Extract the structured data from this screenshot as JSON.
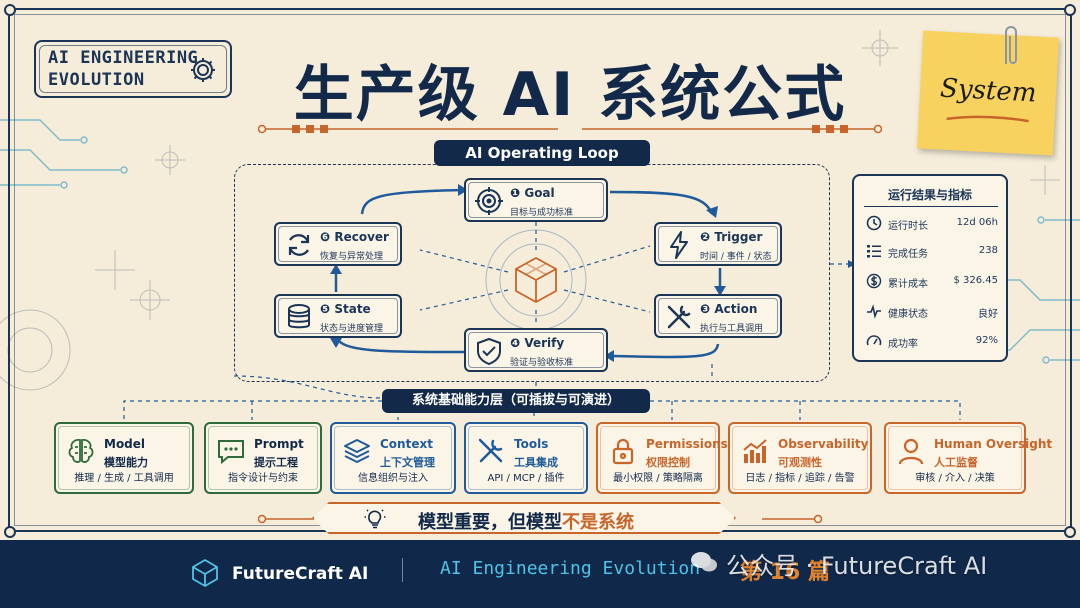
{
  "badge": {
    "line1": "AI ENGINEERING",
    "line2": "EVOLUTION"
  },
  "title": "生产级 AI 系统公式",
  "sticky": {
    "text": "System"
  },
  "loop": {
    "label": "AI Operating Loop",
    "nodes": [
      {
        "id": "goal",
        "title": "❶ Goal",
        "sub": "目标与成功标准",
        "icon": "target-icon"
      },
      {
        "id": "trigger",
        "title": "❷ Trigger",
        "sub": "时间 / 事件 / 状态",
        "icon": "lightning-icon"
      },
      {
        "id": "action",
        "title": "❸ Action",
        "sub": "执行与工具调用",
        "icon": "tools-icon"
      },
      {
        "id": "verify",
        "title": "❹ Verify",
        "sub": "验证与验收标准",
        "icon": "shield-check-icon"
      },
      {
        "id": "state",
        "title": "❺ State",
        "sub": "状态与进度管理",
        "icon": "database-icon"
      },
      {
        "id": "recover",
        "title": "❻ Recover",
        "sub": "恢复与异常处理",
        "icon": "refresh-icon"
      }
    ]
  },
  "stats": {
    "title": "运行结果与指标",
    "rows": [
      {
        "label": "运行时长",
        "value": "12d 06h",
        "icon": "clock-icon"
      },
      {
        "label": "完成任务",
        "value": "238",
        "icon": "list-icon"
      },
      {
        "label": "累计成本",
        "value": "$ 326.45",
        "icon": "dollar-icon"
      },
      {
        "label": "健康状态",
        "value": "良好",
        "icon": "heartbeat-icon"
      },
      {
        "label": "成功率",
        "value": "92%",
        "icon": "gauge-icon"
      }
    ]
  },
  "base_layer": {
    "label": "系统基础能力层（可插拔与可演进）",
    "items": [
      {
        "title": "Model",
        "sub": "模型能力",
        "desc": "推理 / 生成 / 工具调用",
        "color": "#2e6b3a",
        "icon": "brain-icon"
      },
      {
        "title": "Prompt",
        "sub": "提示工程",
        "desc": "指令设计与约束",
        "color": "#2e6b3a",
        "icon": "chat-icon"
      },
      {
        "title": "Context",
        "sub": "上下文管理",
        "desc": "信息组织与注入",
        "color": "#1f5b9a",
        "icon": "layers-icon"
      },
      {
        "title": "Tools",
        "sub": "工具集成",
        "desc": "API / MCP / 插件",
        "color": "#1f5b9a",
        "icon": "wrench-icon"
      },
      {
        "title": "Permissions",
        "sub": "权限控制",
        "desc": "最小权限 / 策略隔离",
        "color": "#c8652a",
        "icon": "lock-icon"
      },
      {
        "title": "Observability",
        "sub": "可观测性",
        "desc": "日志 / 指标 / 追踪 / 告警",
        "color": "#c8652a",
        "icon": "chart-icon"
      },
      {
        "title": "Human Oversight",
        "sub": "人工监督",
        "desc": "审核 / 介入 / 决策",
        "color": "#c8652a",
        "icon": "person-icon"
      }
    ]
  },
  "slogan": {
    "a": "模型重要，但模型",
    "b": "不是系统"
  },
  "footer": {
    "brand": "FutureCraft AI",
    "evolution": "AI Engineering Evolution",
    "episode": "第 16 篇"
  },
  "watermark": "公众号 · FutureCraft AI",
  "colors": {
    "navy": "#12294a",
    "orange": "#c8652a",
    "green": "#2e6b3a",
    "blue": "#1f5b9a",
    "paper": "#f5ecd9"
  }
}
